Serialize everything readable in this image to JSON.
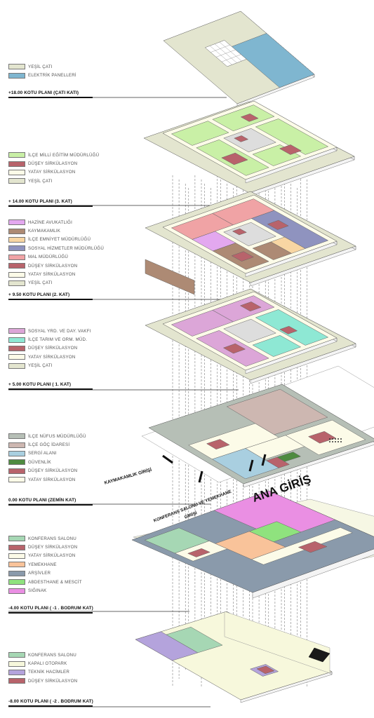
{
  "levels": [
    {
      "id": "roof",
      "label": "+18.00 KOTU PLANI (ÇATI KATI)",
      "legend": [
        {
          "label": "YEŞİL ÇATI",
          "color": "#e3e5cf"
        },
        {
          "label": "ELEKTRİK PANELLERİ",
          "color": "#7fb6d0"
        }
      ]
    },
    {
      "id": "floor3",
      "label": "+ 14.00 KOTU PLANI (3. KAT)",
      "legend": [
        {
          "label": "İLÇE MİLLİ EĞİTİM MÜDÜRLÜĞÜ",
          "color": "#c9f0a6"
        },
        {
          "label": "DÜŞEY SİRKÜLASYON",
          "color": "#b8636b"
        },
        {
          "label": "YATAY SİRKÜLASYON",
          "color": "#fcfbe8"
        },
        {
          "label": "YEŞİL ÇATI",
          "color": "#e3e5cf"
        }
      ]
    },
    {
      "id": "floor2",
      "label": "+ 9.50 KOTU PLANI (2. KAT)",
      "legend": [
        {
          "label": "HAZİNE AVUKATLIĞI",
          "color": "#e3a8ef"
        },
        {
          "label": "KAYMAKAMLIK",
          "color": "#ad8a74"
        },
        {
          "label": "İLÇE EMNİYET MÜDÜRLÜĞÜ",
          "color": "#f8d6a3"
        },
        {
          "label": "SOSYAL HİZMETLER MÜDÜRLÜĞÜ",
          "color": "#8f93bf"
        },
        {
          "label": "MAL MÜDÜRLÜĞÜ",
          "color": "#f0a3a5"
        },
        {
          "label": "DÜŞEY SİRKÜLASYON",
          "color": "#b8636b"
        },
        {
          "label": "YATAY SİRKÜLASYON",
          "color": "#fcfbe8"
        },
        {
          "label": "YEŞİL ÇATI",
          "color": "#e3e5cf"
        }
      ]
    },
    {
      "id": "floor1",
      "label": "+ 5.00 KOTU PLANI ( 1. KAT)",
      "legend": [
        {
          "label": "SOSYAL YRD. VE DAY. VAKFI",
          "color": "#dca6d8"
        },
        {
          "label": "İLÇE TARIM VE ORM. MÜD.",
          "color": "#8ee8d4"
        },
        {
          "label": "DÜŞEY SİRKÜLASYON",
          "color": "#b8636b"
        },
        {
          "label": "YATAY SİRKÜLASYON",
          "color": "#fcfbe8"
        },
        {
          "label": "YEŞİL ÇATI",
          "color": "#e3e5cf"
        }
      ]
    },
    {
      "id": "ground",
      "label": "0.00 KOTU PLANI (ZEMİN KAT)",
      "legend": [
        {
          "label": "İLÇE NÜFUS MÜDÜRLÜĞÜ",
          "color": "#b6bfb6"
        },
        {
          "label": "İLÇE GÖÇ İDARESİ",
          "color": "#cdb7b1"
        },
        {
          "label": "SERGİ ALANI",
          "color": "#a9cfe0"
        },
        {
          "label": "GÜVENLİK",
          "color": "#4e8b40"
        },
        {
          "label": "DÜŞEY SİRKÜLASYON",
          "color": "#b8636b"
        },
        {
          "label": "YATAY SİRKÜLASYON",
          "color": "#fcfbe8"
        }
      ]
    },
    {
      "id": "basement1",
      "label": "-4.00 KOTU PLANI ( -1 . BODRUM KAT)",
      "legend": [
        {
          "label": "KONFERANS SALONU",
          "color": "#a6d7b4"
        },
        {
          "label": "DÜŞEY SİRKÜLASYON",
          "color": "#b8636b"
        },
        {
          "label": "YATAY SİRKÜLASYON",
          "color": "#fcfbe8"
        },
        {
          "label": "YEMEKHANE",
          "color": "#f9c39a"
        },
        {
          "label": "ARŞİVLER",
          "color": "#8a9aab"
        },
        {
          "label": "ABDESTHANE & MESCİT",
          "color": "#8fe27e"
        },
        {
          "label": "SIĞINAK",
          "color": "#ea8fe3"
        }
      ]
    },
    {
      "id": "basement2",
      "label": "-8.00 KOTU PLANI ( -2 . BODRUM KAT)",
      "legend": [
        {
          "label": "KONFERANS SALONU",
          "color": "#a6d7b4"
        },
        {
          "label": "KAPALI OTOPARK",
          "color": "#f7f8dc"
        },
        {
          "label": "TEKNİK HACİMLER",
          "color": "#b4a3dc"
        },
        {
          "label": "DÜŞEY SİRKÜLASYON",
          "color": "#b8636b"
        }
      ]
    }
  ],
  "entrances": {
    "kaymakamlik": "KAYMAKAMLIK GİRİŞİ",
    "main": "ANA GİRİŞ",
    "conference_line1": "KONFERANS SALONU VE YEMEKHANE",
    "conference_line2": "GİRİŞİ"
  }
}
